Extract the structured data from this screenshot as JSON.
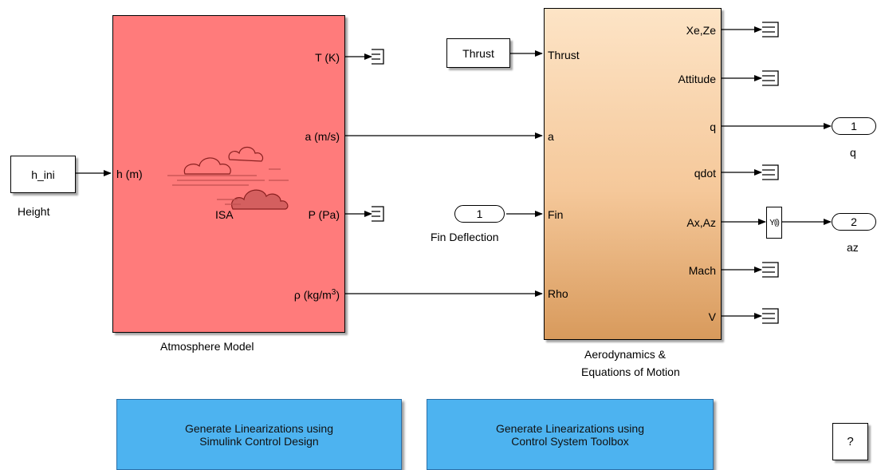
{
  "blocks": {
    "h_ini": "h_ini",
    "height": "Height",
    "thrust": "Thrust",
    "fin_port_num": "1",
    "fin_deflection": "Fin Deflection",
    "isa": "ISA",
    "atmosphere_model": "Atmosphere Model",
    "aero_line1": "Aerodynamics &",
    "aero_line2": "Equations of Motion",
    "out_q_num": "1",
    "out_q_label": "q",
    "out_az_num": "2",
    "out_az_label": "az",
    "help": "?",
    "selector": "Y(i)"
  },
  "atmosphere_ports": {
    "in_h": "h (m)",
    "T": "T (K)",
    "a": "a (m/s)",
    "P": "P (Pa)",
    "rho": "ρ (kg/m",
    "rho_sup": "3",
    "rho_close": ")"
  },
  "aero_ports": {
    "in_thrust": "Thrust",
    "in_a": "a",
    "in_fin": "Fin",
    "in_rho": "Rho",
    "xe_ze": "Xe,Ze",
    "attitude": "Attitude",
    "q": "q",
    "qdot": "qdot",
    "ax_az": "Ax,Az",
    "mach": "Mach",
    "v": "V"
  },
  "buttons": {
    "scd_line1": "Generate Linearizations using",
    "scd_line2": "Simulink Control Design",
    "cst_line1": "Generate Linearizations using",
    "cst_line2": "Control System Toolbox"
  },
  "colors": {
    "atmosphere_fill": "#ff7b7b",
    "aero_fill_top": "#fde0c0",
    "aero_fill_bottom": "#d99a5a",
    "button_fill": "#4db3f0"
  }
}
